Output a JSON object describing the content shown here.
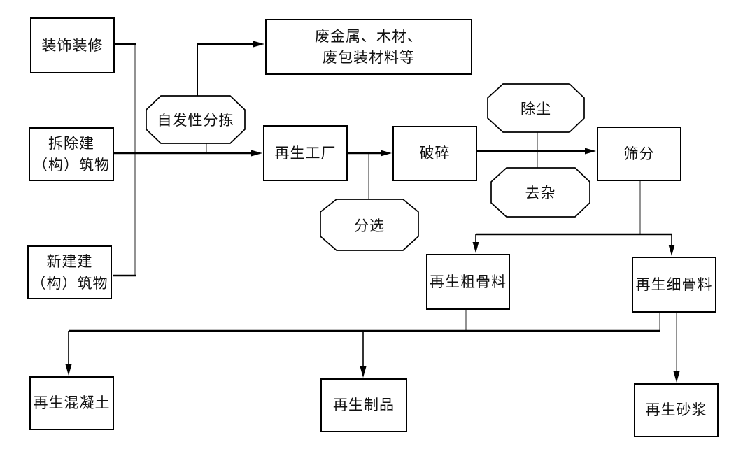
{
  "diagram": {
    "background": "#ffffff",
    "colors": {
      "node_border": "#000000",
      "node_fill": "#ffffff",
      "text": "#111111",
      "arrow_line": "#000000",
      "plain_connector": "#6e6e6e"
    },
    "nodes": {
      "decoration": {
        "label": "装饰装修",
        "shape": "rect"
      },
      "demolition": {
        "label": "拆除建\n（构）筑物",
        "shape": "rect"
      },
      "new_construction": {
        "label": "新建建\n（构）筑物",
        "shape": "rect"
      },
      "waste_materials": {
        "label": "废金属、木材、\n废包装材料等",
        "shape": "rect"
      },
      "spontaneous_sorting": {
        "label": "自发性分拣",
        "shape": "octagon"
      },
      "recycling_plant": {
        "label": "再生工厂",
        "shape": "rect"
      },
      "sorting": {
        "label": "分选",
        "shape": "octagon"
      },
      "crushing": {
        "label": "破碎",
        "shape": "rect"
      },
      "dust_removal": {
        "label": "除尘",
        "shape": "octagon"
      },
      "impurity_removal": {
        "label": "去杂",
        "shape": "octagon"
      },
      "screening": {
        "label": "筛分",
        "shape": "rect"
      },
      "coarse_aggregate": {
        "label": "再生粗骨料",
        "shape": "rect"
      },
      "fine_aggregate": {
        "label": "再生细骨料",
        "shape": "rect"
      },
      "recycled_concrete": {
        "label": "再生混凝土",
        "shape": "rect"
      },
      "recycled_products": {
        "label": "再生制品",
        "shape": "rect"
      },
      "recycled_mortar": {
        "label": "再生砂浆",
        "shape": "rect"
      }
    },
    "connections": [
      {
        "from": "decoration",
        "to": "demolition_flow_line",
        "arrow": false
      },
      {
        "from": "new_construction",
        "to": "demolition_flow_line",
        "arrow": false
      },
      {
        "from": "demolition",
        "to": "recycling_plant",
        "arrow": true
      },
      {
        "from": "spontaneous_sorting",
        "to": "waste_materials",
        "arrow": true
      },
      {
        "from": "spontaneous_sorting",
        "to": "demolition_flow_line",
        "arrow": false
      },
      {
        "from": "recycling_plant",
        "to": "crushing",
        "arrow": true
      },
      {
        "from": "sorting",
        "to": "recycling_plant_to_crushing_line",
        "arrow": false
      },
      {
        "from": "dust_removal",
        "to": "crushing_to_screening_line",
        "arrow": false
      },
      {
        "from": "impurity_removal",
        "to": "crushing_to_screening_line",
        "arrow": false
      },
      {
        "from": "crushing",
        "to": "screening",
        "arrow": true
      },
      {
        "from": "screening",
        "to": "coarse_aggregate",
        "arrow": true
      },
      {
        "from": "screening",
        "to": "fine_aggregate",
        "arrow": true
      },
      {
        "from": "coarse_aggregate",
        "to": "recycled_concrete",
        "arrow": true
      },
      {
        "from": "coarse_aggregate",
        "to": "recycled_products",
        "arrow": true
      },
      {
        "from": "fine_aggregate",
        "to": "recycled_concrete",
        "arrow": true
      },
      {
        "from": "fine_aggregate",
        "to": "recycled_products",
        "arrow": true
      },
      {
        "from": "fine_aggregate",
        "to": "recycled_mortar",
        "arrow": true
      }
    ]
  }
}
